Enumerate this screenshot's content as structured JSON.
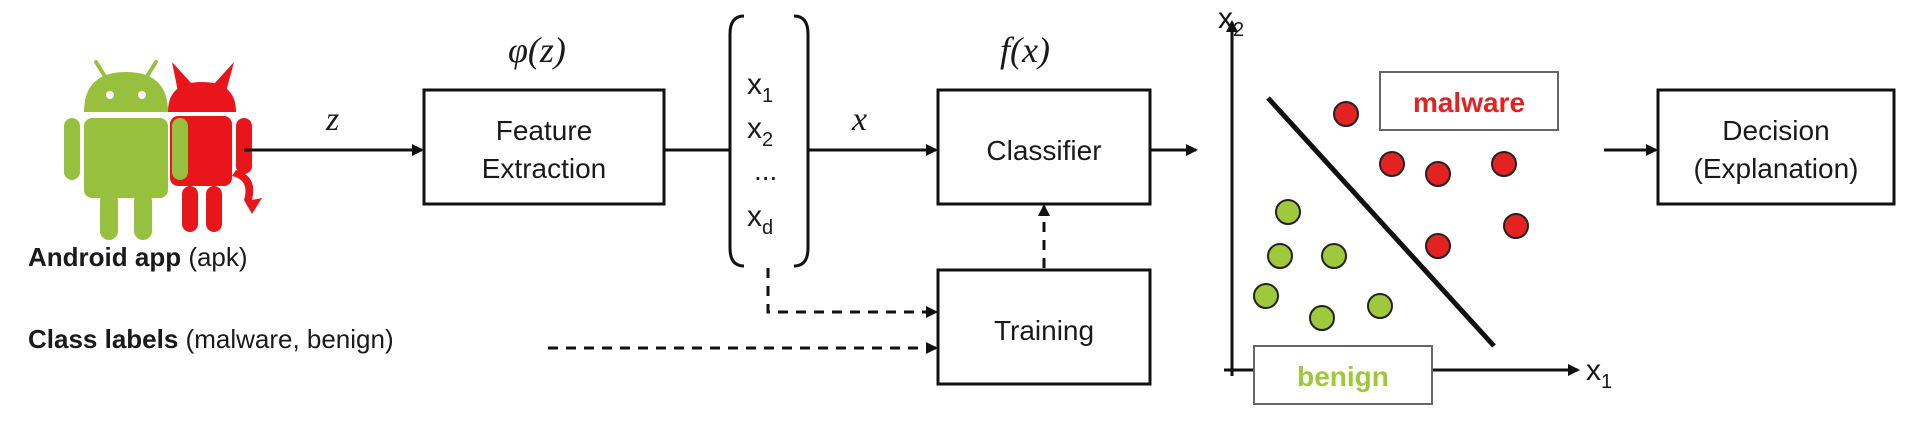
{
  "input": {
    "app_label_bold": "Android app",
    "app_label_rest": " (apk)",
    "class_labels_bold": "Class labels",
    "class_labels_rest": " (malware, benign)"
  },
  "symbols": {
    "z": "z",
    "phi": "φ(z)",
    "x": "x",
    "f": "f(x)"
  },
  "boxes": {
    "feature_line1": "Feature",
    "feature_line2": "Extraction",
    "classifier": "Classifier",
    "training": "Training",
    "decision_line1": "Decision",
    "decision_line2": "(Explanation)"
  },
  "vector": {
    "x1": "x",
    "x1_sub": "1",
    "x2": "x",
    "x2_sub": "2",
    "dots": "...",
    "xd": "x",
    "xd_sub": "d"
  },
  "plot": {
    "y_axis": "x",
    "y_sub": "2",
    "x_axis": "x",
    "x_sub": "1",
    "malware_label": "malware",
    "benign_label": "benign",
    "malware_color": "#e32222",
    "benign_color": "#9dc93b"
  },
  "colors": {
    "android_green": "#97c03e",
    "devil_red": "#e8161b"
  }
}
